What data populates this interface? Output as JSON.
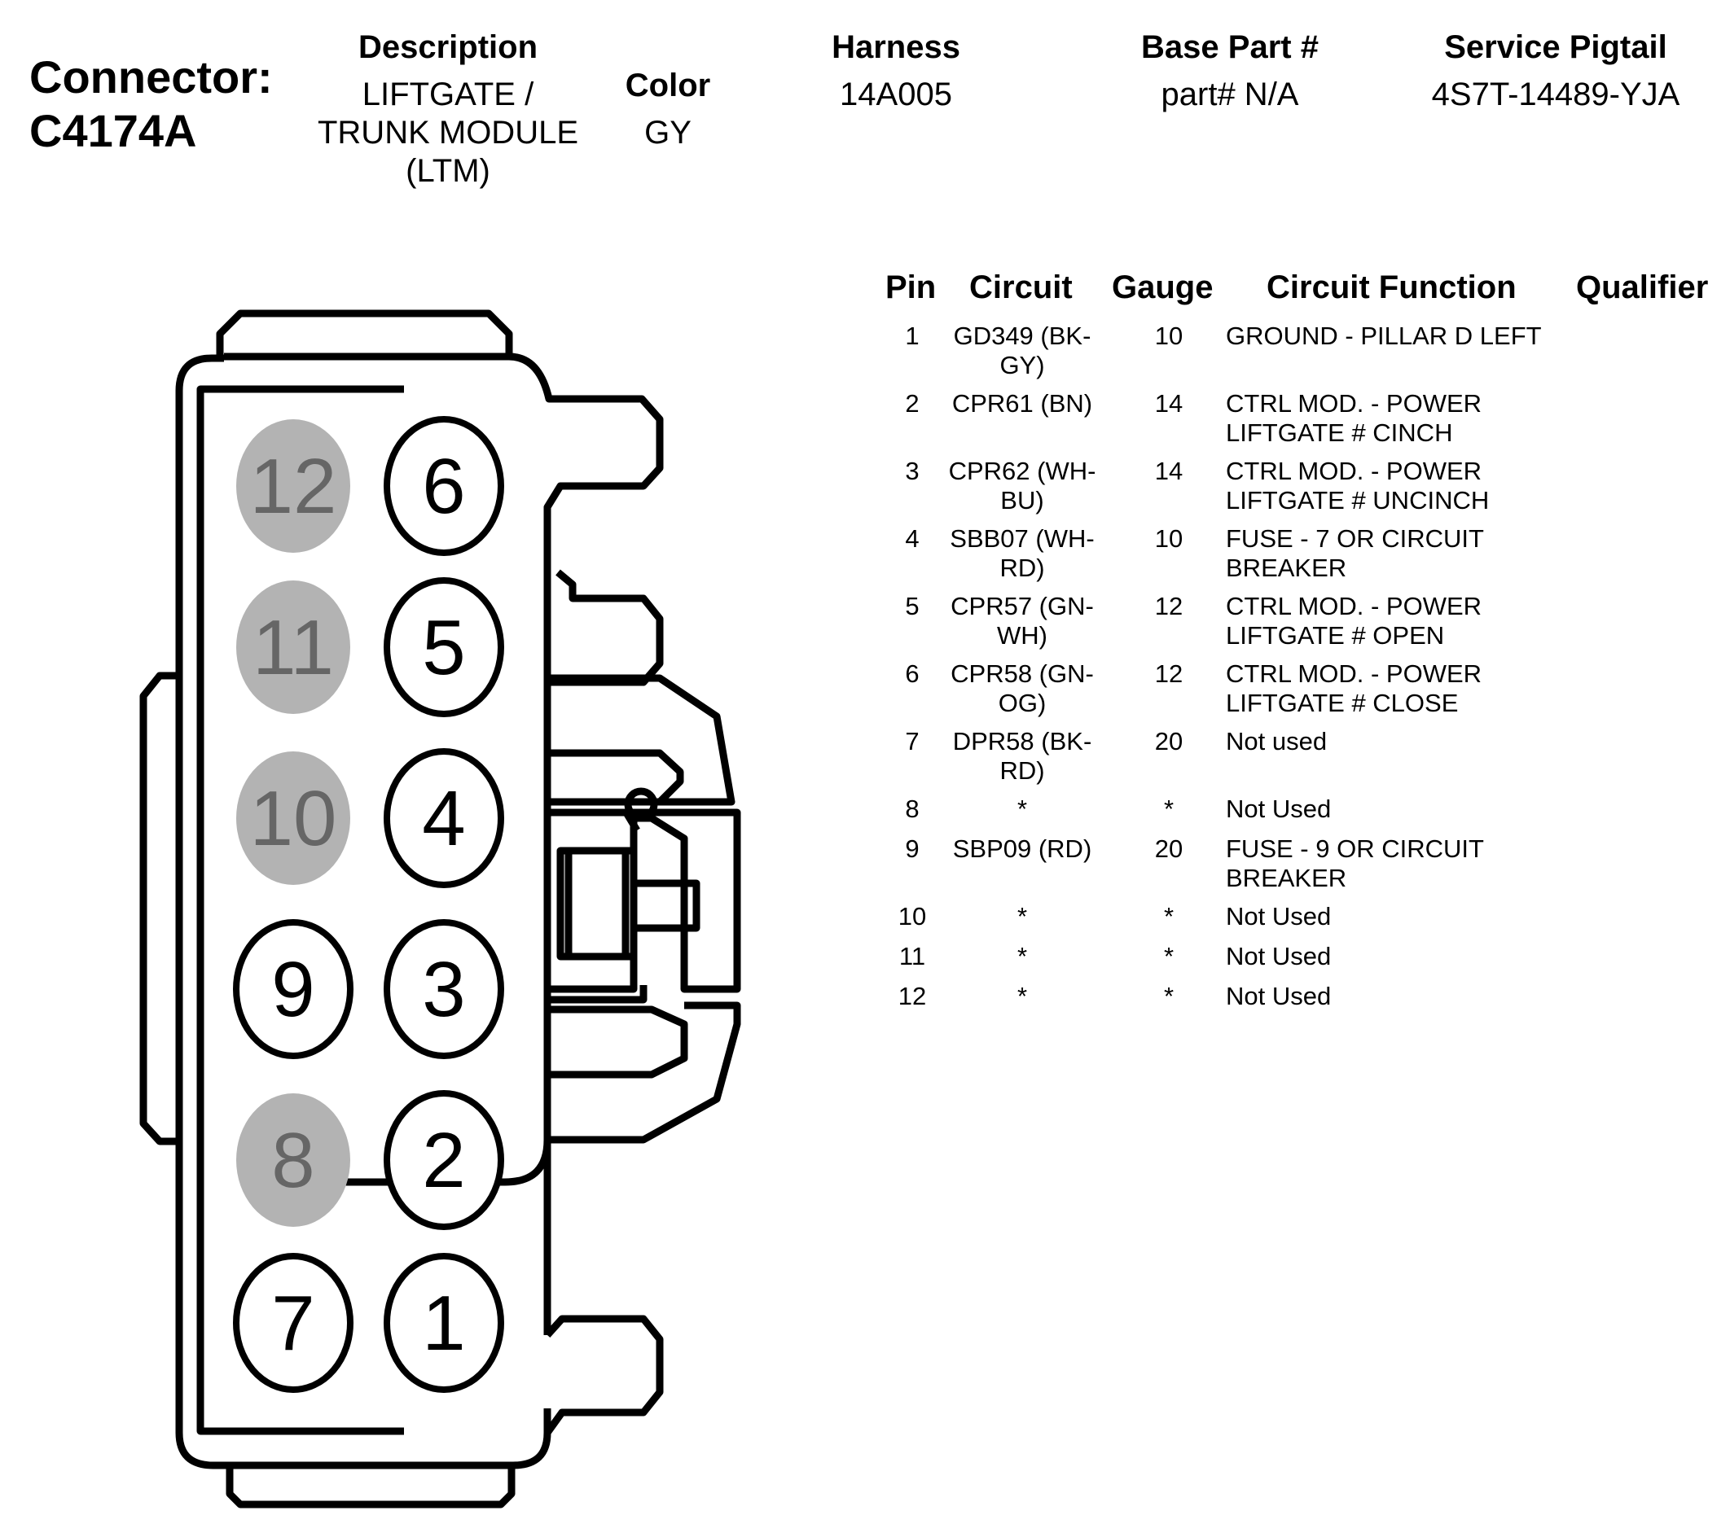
{
  "connector": {
    "line1": "Connector:",
    "line2": "C4174A"
  },
  "info_headers": {
    "description": "Description",
    "color": "Color",
    "harness": "Harness",
    "base_part": "Base Part #",
    "service_pigtail": "Service Pigtail"
  },
  "info_values": {
    "description_lines": [
      "LIFTGATE /",
      "TRUNK MODULE",
      "(LTM)"
    ],
    "color": "GY",
    "harness": "14A005",
    "base_part": "part# N/A",
    "service_pigtail": "4S7T-14489-YJA"
  },
  "table_headers": {
    "pin": "Pin",
    "circuit": "Circuit",
    "gauge": "Gauge",
    "circuit_function": "Circuit Function",
    "qualifier": "Qualifier"
  },
  "rows": [
    {
      "pin": "1",
      "circuit": [
        "GD349 (BK-",
        "GY)"
      ],
      "gauge": "10",
      "function": [
        "GROUND - PILLAR D LEFT"
      ]
    },
    {
      "pin": "2",
      "circuit": [
        "CPR61 (BN)"
      ],
      "gauge": "14",
      "function": [
        "CTRL MOD. - POWER",
        "LIFTGATE # CINCH"
      ]
    },
    {
      "pin": "3",
      "circuit": [
        "CPR62 (WH-",
        "BU)"
      ],
      "gauge": "14",
      "function": [
        "CTRL MOD. - POWER",
        "LIFTGATE # UNCINCH"
      ]
    },
    {
      "pin": "4",
      "circuit": [
        "SBB07 (WH-",
        "RD)"
      ],
      "gauge": "10",
      "function": [
        "FUSE - 7 OR CIRCUIT",
        "BREAKER"
      ]
    },
    {
      "pin": "5",
      "circuit": [
        "CPR57 (GN-",
        "WH)"
      ],
      "gauge": "12",
      "function": [
        "CTRL MOD. - POWER",
        "LIFTGATE # OPEN"
      ]
    },
    {
      "pin": "6",
      "circuit": [
        "CPR58 (GN-",
        "OG)"
      ],
      "gauge": "12",
      "function": [
        "CTRL MOD. - POWER",
        "LIFTGATE # CLOSE"
      ]
    },
    {
      "pin": "7",
      "circuit": [
        "DPR58 (BK-",
        "RD)"
      ],
      "gauge": "20",
      "function": [
        "Not used"
      ]
    },
    {
      "pin": "8",
      "circuit": [
        "*"
      ],
      "gauge": "*",
      "function": [
        "Not Used"
      ]
    },
    {
      "pin": "9",
      "circuit": [
        "SBP09 (RD)"
      ],
      "gauge": "20",
      "function": [
        "FUSE - 9 OR CIRCUIT",
        "BREAKER"
      ]
    },
    {
      "pin": "10",
      "circuit": [
        "*"
      ],
      "gauge": "*",
      "function": [
        "Not Used"
      ]
    },
    {
      "pin": "11",
      "circuit": [
        "*"
      ],
      "gauge": "*",
      "function": [
        "Not Used"
      ]
    },
    {
      "pin": "12",
      "circuit": [
        "*"
      ],
      "gauge": "*",
      "function": [
        "Not Used"
      ]
    }
  ],
  "diagram_pins": [
    {
      "label": "12",
      "used": false
    },
    {
      "label": "6",
      "used": true
    },
    {
      "label": "11",
      "used": false
    },
    {
      "label": "5",
      "used": true
    },
    {
      "label": "10",
      "used": false
    },
    {
      "label": "4",
      "used": true
    },
    {
      "label": "9",
      "used": true
    },
    {
      "label": "3",
      "used": true
    },
    {
      "label": "8",
      "used": false
    },
    {
      "label": "2",
      "used": true
    },
    {
      "label": "7",
      "used": true
    },
    {
      "label": "1",
      "used": true
    }
  ],
  "colors": {
    "unused_pin_fill": "#b3b3b3",
    "unused_pin_text": "#666666",
    "line": "#000000"
  }
}
